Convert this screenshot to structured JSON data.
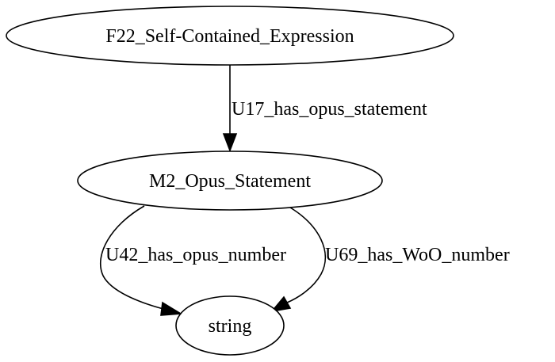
{
  "nodes": {
    "expression": {
      "label": "F22_Self-Contained_Expression"
    },
    "opus_statement": {
      "label": "M2_Opus_Statement"
    },
    "string": {
      "label": "string"
    }
  },
  "edges": {
    "has_opus_statement": {
      "label": "U17_has_opus_statement"
    },
    "has_opus_number": {
      "label": "U42_has_opus_number"
    },
    "has_woo_number": {
      "label": "U69_has_WoO_number"
    }
  }
}
